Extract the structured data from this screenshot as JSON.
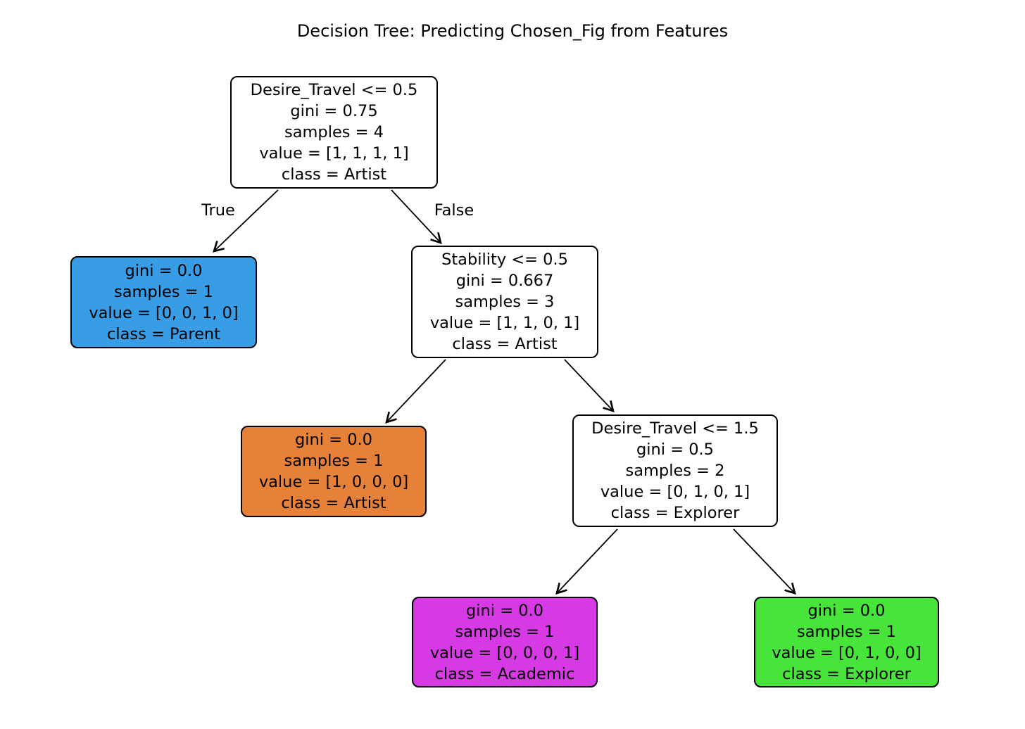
{
  "title": "Decision Tree: Predicting Chosen_Fig from Features",
  "edge_labels": {
    "left": "True",
    "right": "False"
  },
  "colors": {
    "internal_node_fill": "#ffffff",
    "node_border": "#000000",
    "leaf_parent_fill": "#399de5",
    "leaf_artist_fill": "#e58139",
    "leaf_academic_fill": "#d739e5",
    "leaf_explorer_fill": "#47e539",
    "text": "#000000",
    "background": "#ffffff"
  },
  "tree": {
    "root": {
      "condition": "Desire_Travel <= 0.5",
      "gini": "gini = 0.75",
      "samples": "samples = 4",
      "value": "value = [1, 1, 1, 1]",
      "class": "class = Artist"
    },
    "leaf_parent": {
      "gini": "gini = 0.0",
      "samples": "samples = 1",
      "value": "value = [0, 0, 1, 0]",
      "class": "class = Parent"
    },
    "stability": {
      "condition": "Stability <= 0.5",
      "gini": "gini = 0.667",
      "samples": "samples = 3",
      "value": "value = [1, 1, 0, 1]",
      "class": "class = Artist"
    },
    "leaf_artist": {
      "gini": "gini = 0.0",
      "samples": "samples = 1",
      "value": "value = [1, 0, 0, 0]",
      "class": "class = Artist"
    },
    "travel2": {
      "condition": "Desire_Travel <= 1.5",
      "gini": "gini = 0.5",
      "samples": "samples = 2",
      "value": "value = [0, 1, 0, 1]",
      "class": "class = Explorer"
    },
    "leaf_academic": {
      "gini": "gini = 0.0",
      "samples": "samples = 1",
      "value": "value = [0, 0, 0, 1]",
      "class": "class = Academic"
    },
    "leaf_explorer": {
      "gini": "gini = 0.0",
      "samples": "samples = 1",
      "value": "value = [0, 1, 0, 0]",
      "class": "class = Explorer"
    }
  }
}
